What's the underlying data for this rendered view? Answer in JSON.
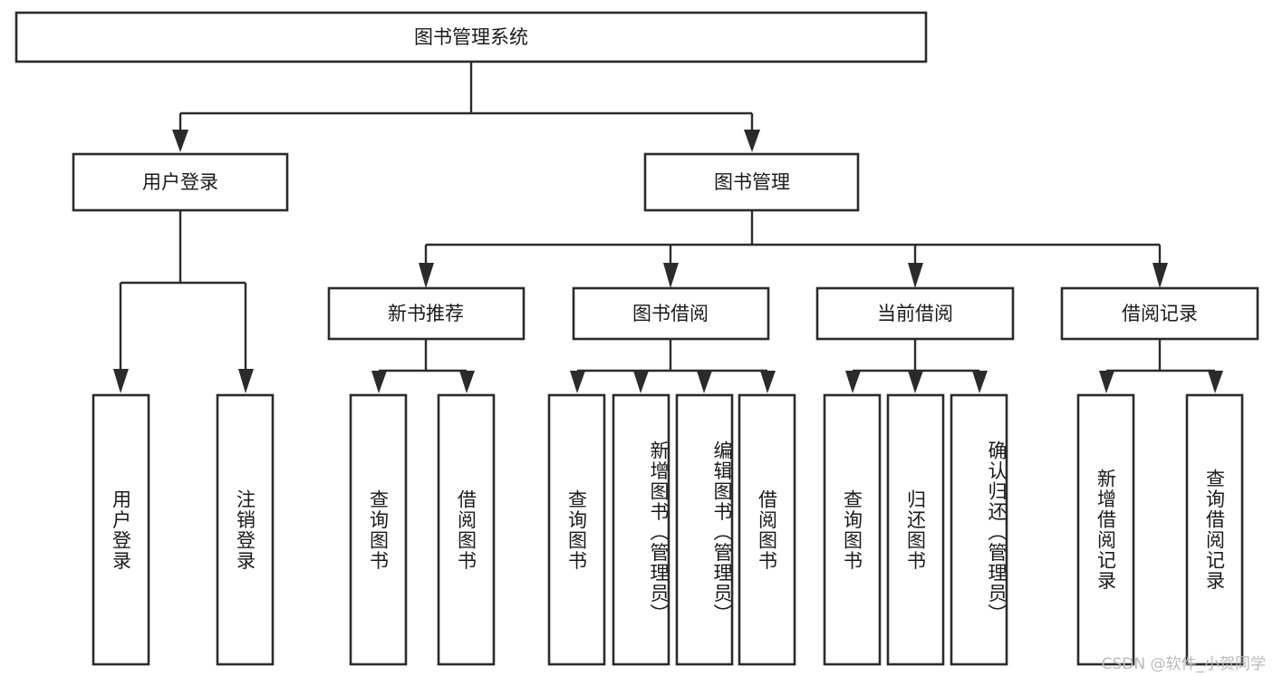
{
  "diagram": {
    "title": "图书管理系统",
    "type": "hierarchy-tree",
    "orientation": "top-down",
    "watermark": "CSDN @软件_小贺同学",
    "colors": {
      "box_stroke": "#2b2b2b",
      "box_fill": "#ffffff",
      "connector": "#2b2b2b",
      "text": "#1a1a1a",
      "background": "#ffffff",
      "watermark": "#b9b9b9"
    },
    "levels": {
      "root": {
        "label": "图书管理系统",
        "text_mode": "horizontal"
      },
      "level2": [
        {
          "id": "user-login",
          "label": "用户登录",
          "text_mode": "horizontal"
        },
        {
          "id": "book-management",
          "label": "图书管理",
          "text_mode": "horizontal"
        }
      ],
      "level3": [
        {
          "id": "new-book-recommend",
          "label": "新书推荐",
          "text_mode": "horizontal",
          "parent": "book-management"
        },
        {
          "id": "book-borrow",
          "label": "图书借阅",
          "text_mode": "horizontal",
          "parent": "book-management"
        },
        {
          "id": "current-borrow",
          "label": "当前借阅",
          "text_mode": "horizontal",
          "parent": "book-management"
        },
        {
          "id": "borrow-record",
          "label": "借阅记录",
          "text_mode": "horizontal",
          "parent": "book-management"
        }
      ],
      "leaves": [
        {
          "id": "leaf-user-login",
          "label": "用户登录",
          "text_mode": "vertical",
          "parent": "user-login"
        },
        {
          "id": "leaf-logout-login",
          "label": "注销登录",
          "text_mode": "vertical",
          "parent": "user-login"
        },
        {
          "id": "leaf-query-book-1",
          "label": "查询图书",
          "text_mode": "vertical",
          "parent": "new-book-recommend"
        },
        {
          "id": "leaf-borrow-book-1",
          "label": "借阅图书",
          "text_mode": "vertical",
          "parent": "new-book-recommend"
        },
        {
          "id": "leaf-query-book-2",
          "label": "查询图书",
          "text_mode": "vertical",
          "parent": "book-borrow"
        },
        {
          "id": "leaf-add-book",
          "label": "新增图书（管理员）",
          "text_mode": "vertical",
          "parent": "book-borrow"
        },
        {
          "id": "leaf-edit-book",
          "label": "编辑图书（管理员）",
          "text_mode": "vertical",
          "parent": "book-borrow"
        },
        {
          "id": "leaf-borrow-book-2",
          "label": "借阅图书",
          "text_mode": "vertical",
          "parent": "book-borrow"
        },
        {
          "id": "leaf-query-book-3",
          "label": "查询图书",
          "text_mode": "vertical",
          "parent": "current-borrow"
        },
        {
          "id": "leaf-return-book",
          "label": "归还图书",
          "text_mode": "vertical",
          "parent": "current-borrow"
        },
        {
          "id": "leaf-confirm-return",
          "label": "确认归还（管理员）",
          "text_mode": "vertical",
          "parent": "current-borrow"
        },
        {
          "id": "leaf-add-record",
          "label": "新增借阅记录",
          "text_mode": "vertical",
          "parent": "borrow-record"
        },
        {
          "id": "leaf-query-record",
          "label": "查询借阅记录",
          "text_mode": "vertical",
          "parent": "borrow-record"
        }
      ]
    }
  }
}
